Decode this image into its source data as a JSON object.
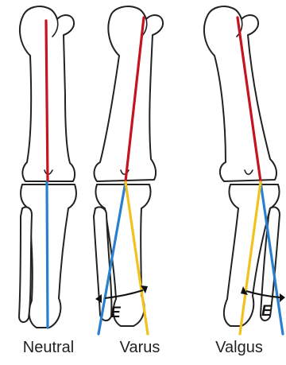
{
  "panels": [
    {
      "caption": "Neutral",
      "angle_label": ""
    },
    {
      "caption": "Varus",
      "angle_label": "E"
    },
    {
      "caption": "Valgus",
      "angle_label": "E"
    }
  ],
  "colors": {
    "femoral_axis": "#c4141e",
    "tibial_axis": "#2a7fd0",
    "mechanical_axis": "#f2c21b",
    "bone_outline": "#222222"
  }
}
